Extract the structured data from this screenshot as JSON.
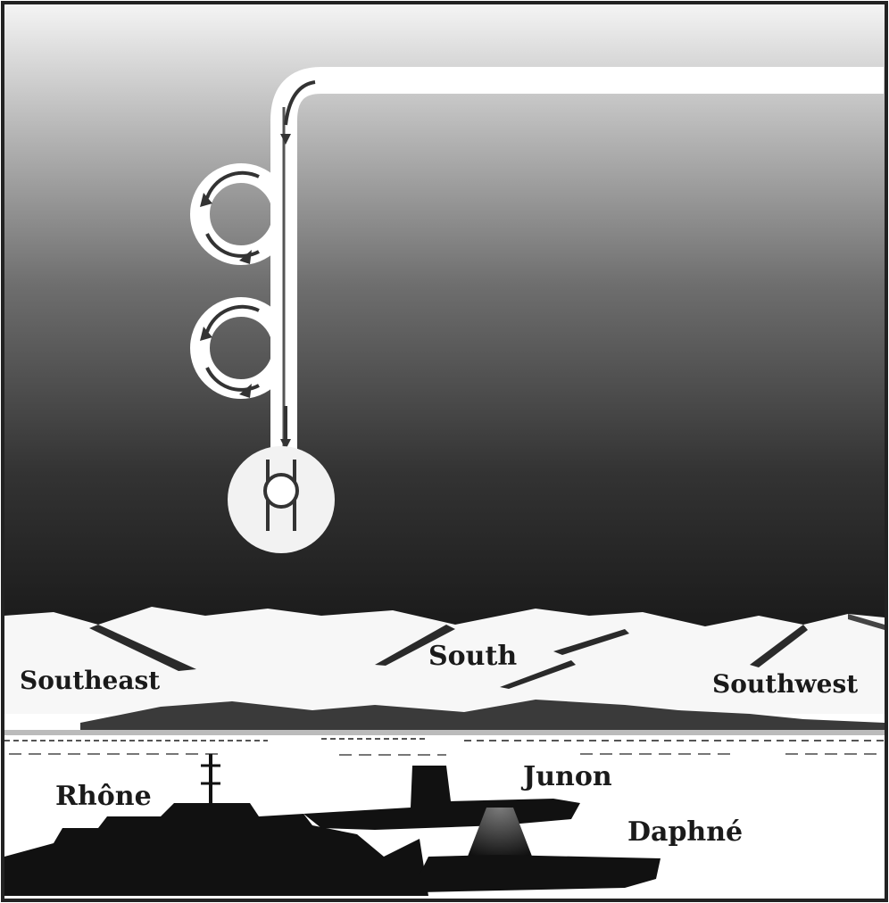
{
  "labels": {
    "southeast": "Southeast",
    "south": "South",
    "southwest": "Southwest",
    "rhone": "Rhône",
    "junon": "Junon",
    "daphne": "Daphné"
  },
  "colors": {
    "sky_top": "#f2f2f2",
    "sky_bottom": "#1c1c1c",
    "ship": "#111111",
    "path": "#ffffff",
    "border": "#222222"
  },
  "icons": {
    "flight_path": "descending-spiral-path-icon",
    "target": "aircraft-target-icon"
  }
}
